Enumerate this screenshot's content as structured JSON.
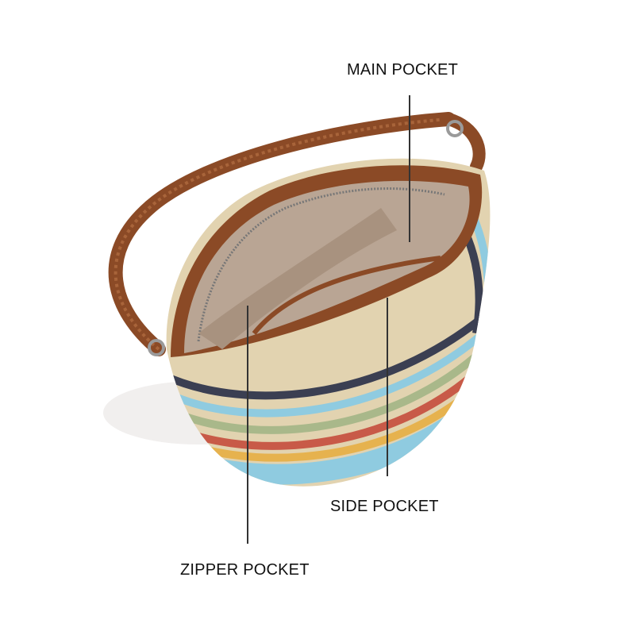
{
  "image": {
    "subject": "striped woven straw bucket bag with brown leather strap, top-down view showing interior pockets",
    "background": "#ffffff"
  },
  "callouts": [
    {
      "id": "main",
      "label": "MAIN POCKET"
    },
    {
      "id": "side",
      "label": "SIDE POCKET"
    },
    {
      "id": "zipper",
      "label": "ZIPPER POCKET"
    }
  ],
  "colors": {
    "leather": "#8b4a26",
    "lining": "#b9a594",
    "straw": "#e2d3b0",
    "stripe_navy": "#3b3f52",
    "stripe_blue": "#8fcbe0",
    "stripe_red": "#c85a48",
    "stripe_yellow": "#e6b24e",
    "stripe_green": "#a9b88a"
  }
}
